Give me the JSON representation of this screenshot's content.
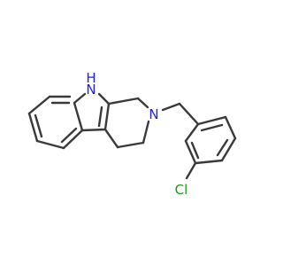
{
  "molecule": {
    "atom_labels": {
      "nh_h": "H",
      "nh_n": "N",
      "amine_n": "N",
      "chlorine": "Cl"
    },
    "colors": {
      "bond": "#3a3a3a",
      "nitrogen": "#1f1fe0",
      "chlorine": "#1a9a1a",
      "background": "#ffffff"
    }
  }
}
